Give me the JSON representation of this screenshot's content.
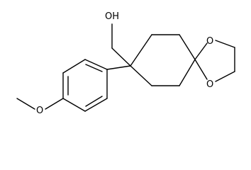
{
  "structure": {
    "labels": {
      "hydroxyl": "OH",
      "dioxolane_oxygen_upper": "O",
      "dioxolane_oxygen_lower": "O",
      "methoxy_oxygen": "O"
    },
    "colors": {
      "bond": "#000000",
      "background": "#ffffff",
      "text": "#000000"
    }
  }
}
